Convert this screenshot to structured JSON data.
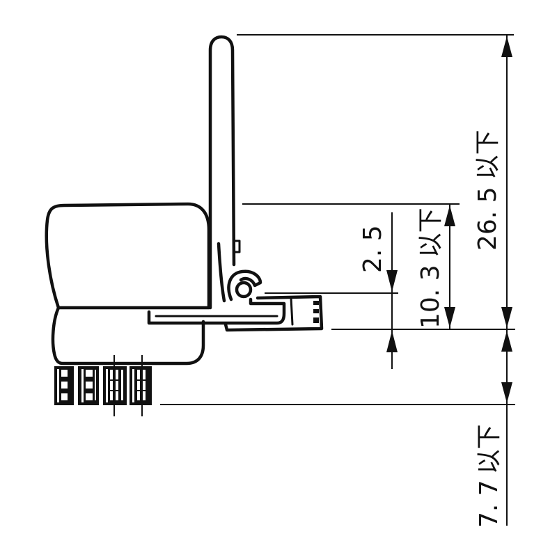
{
  "drawing": {
    "type": "connector side-view dimension drawing",
    "line_color": "#111111",
    "background": "#ffffff"
  },
  "dimensions": {
    "total_height": {
      "value": "26. 5",
      "suffix": "以下"
    },
    "lever_section": {
      "value": "10. 3",
      "suffix": "以下"
    },
    "offset": {
      "value": "2. 5"
    },
    "pin_length": {
      "value": "7. 7",
      "suffix": "以下"
    }
  }
}
